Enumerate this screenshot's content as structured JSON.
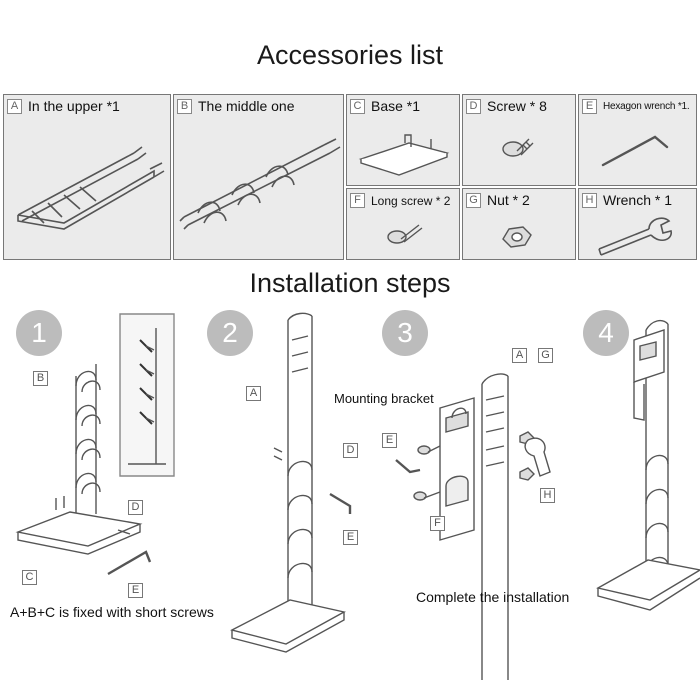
{
  "accessories_title": "Accessories list",
  "installation_title": "Installation steps",
  "accessories": [
    {
      "letter": "A",
      "label": "In the upper *1"
    },
    {
      "letter": "B",
      "label": "The middle one"
    },
    {
      "letter": "C",
      "label": "Base *1"
    },
    {
      "letter": "D",
      "label": "Screw * 8"
    },
    {
      "letter": "E",
      "label": "Hexagon wrench *1."
    },
    {
      "letter": "F",
      "label": "Long screw * 2"
    },
    {
      "letter": "G",
      "label": "Nut * 2"
    },
    {
      "letter": "H",
      "label": "Wrench * 1"
    }
  ],
  "steps": [
    {
      "number": "1",
      "caption": "A+B+C is fixed with short screws"
    },
    {
      "number": "2",
      "caption": ""
    },
    {
      "number": "3",
      "caption": "Complete the installation",
      "callout": "Mounting bracket"
    },
    {
      "number": "4",
      "caption": ""
    }
  ],
  "step_letters": {
    "s1": [
      "B",
      "D",
      "C",
      "E"
    ],
    "s2": [
      "A",
      "D",
      "E"
    ],
    "s3": [
      "A",
      "G",
      "E",
      "F",
      "H"
    ]
  }
}
